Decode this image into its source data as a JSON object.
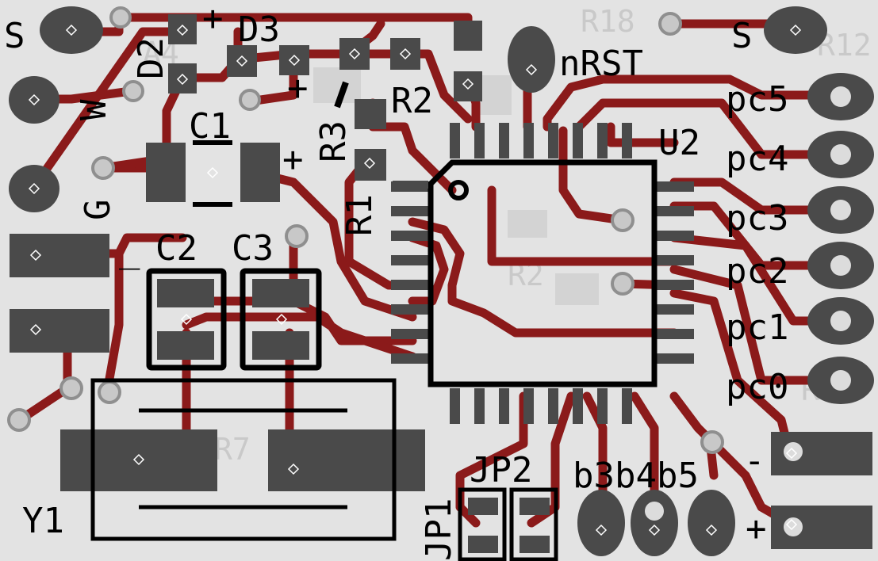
{
  "board": {
    "colors": {
      "background": "#e3e3e3",
      "copper_trace": "#8b1a1a",
      "pad": "#4a4a4a",
      "silkscreen": "#000000",
      "ghost_silk": "#c9c9c9",
      "via_ring": "#999999"
    },
    "labels": {
      "s_left": "S",
      "s_right": "S",
      "d2": "D2",
      "d3": "D3",
      "w": "W",
      "g": "G",
      "c1": "C1",
      "c2": "C2",
      "c3": "C3",
      "r2": "R2",
      "r3": "R3",
      "r1": "R1",
      "nrst": "nRST",
      "u2": "U2",
      "pc5": "pc5",
      "pc4": "pc4",
      "pc3": "pc3",
      "pc2": "pc2",
      "pc1": "pc1",
      "pc0": "pc0",
      "y1": "Y1",
      "jp1": "JP1",
      "jp2": "JP2",
      "b3b4b5": "b3b4b5",
      "minus": "-",
      "plus": "+",
      "plus_d3": "+",
      "plus_c1": "+",
      "plus_r2": "+",
      "minus_c2": "_"
    },
    "ghost_labels": {
      "r18": "R18",
      "r12": "R12",
      "r11": "R11",
      "r7": "R7",
      "r2b": "R2",
      "a4": "A4"
    }
  }
}
